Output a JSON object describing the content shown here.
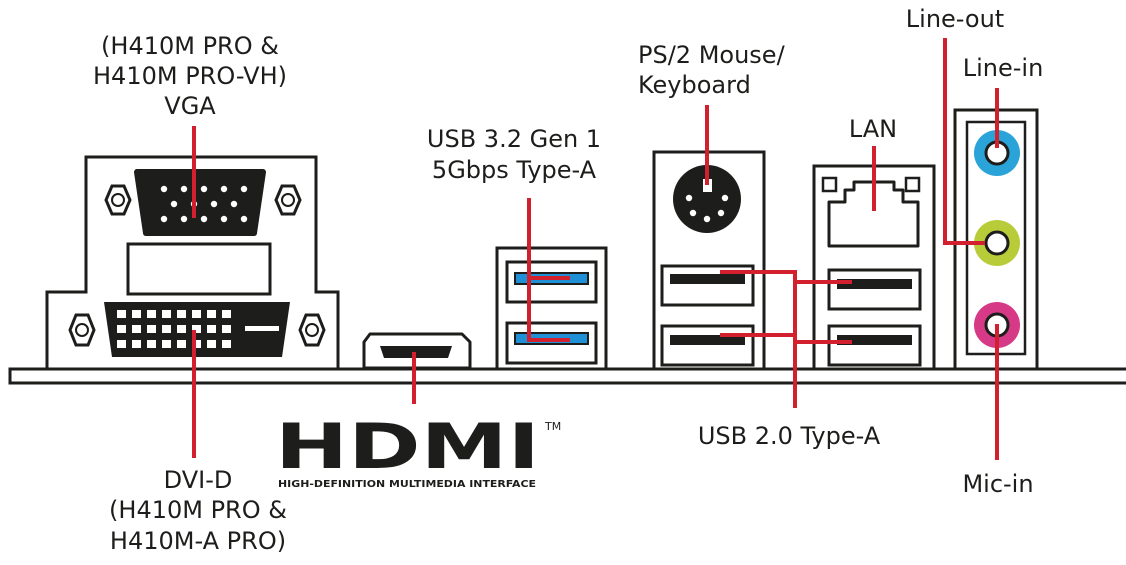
{
  "labels": {
    "vga": [
      "(H410M PRO &",
      "H410M PRO-VH)",
      "VGA"
    ],
    "dvi": [
      "DVI-D",
      "(H410M PRO &",
      "H410M-A PRO)"
    ],
    "usb32": [
      "USB 3.2 Gen 1",
      "5Gbps Type-A"
    ],
    "ps2": [
      "PS/2 Mouse/",
      "Keyboard"
    ],
    "lan": "LAN",
    "line_out": "Line-out",
    "line_in": "Line-in",
    "mic_in": "Mic-in",
    "usb20": "USB 2.0 Type-A"
  },
  "hdmi_logo": {
    "wordmark": "HDMI",
    "trademark": "TM",
    "tagline": "HIGH-DEFINITION MULTIMEDIA INTERFACE"
  },
  "colors": {
    "leader": "#d2202f",
    "outline": "#1d1d1b",
    "usb3_blue": "#1f8fd6",
    "line_in_blue": "#2aa3d9",
    "line_out_green": "#b8cc3a",
    "mic_pink": "#d63a86"
  }
}
